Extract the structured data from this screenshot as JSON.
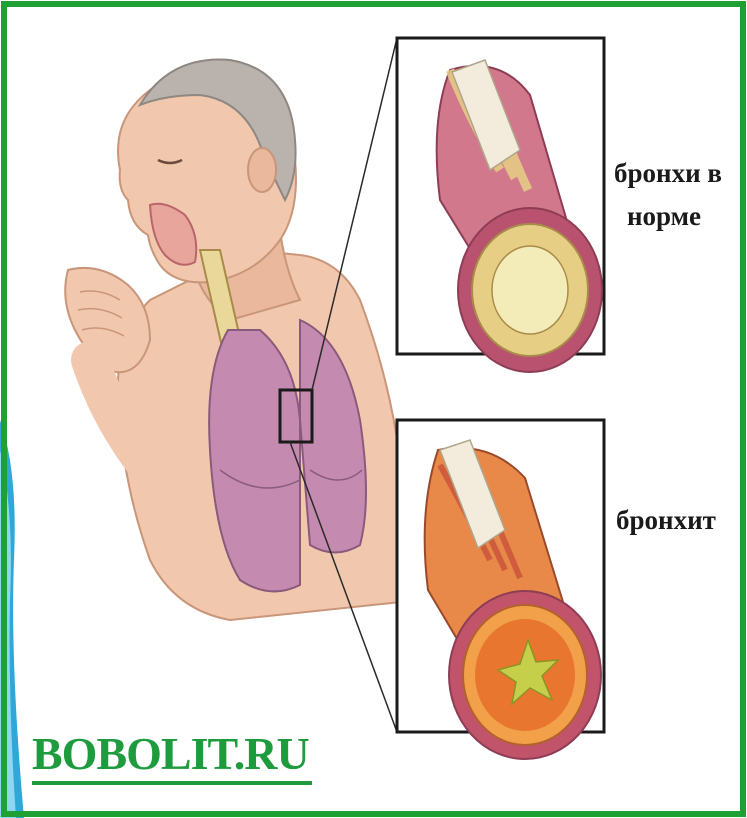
{
  "labels": {
    "normal_line1": "бронхи в",
    "normal_line2": "норме",
    "bronchitis": "бронхит"
  },
  "watermark": {
    "text": "BOBOLIT.RU",
    "color": "#1e9b3c"
  },
  "colors": {
    "frame": "#1ea035",
    "skin": "#f1c8ae",
    "hair": "#b9b2ad",
    "lung": "#c48ab0",
    "airway_wall": "#b8526e",
    "airway_lining_normal": "#e6cf85",
    "airway_lining_inflamed": "#e8762e",
    "mucus": "#c6cf4a"
  }
}
